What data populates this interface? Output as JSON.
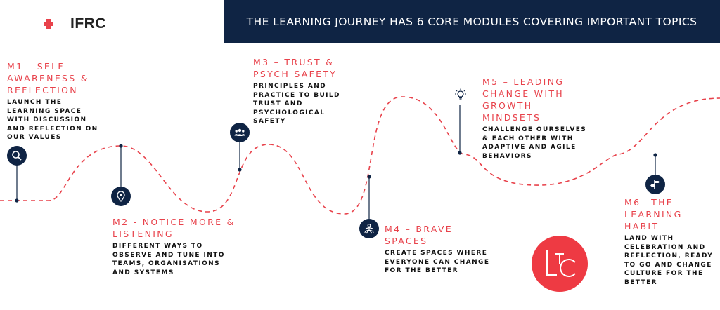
{
  "banner": {
    "title": "THE LEARNING JOURNEY HAS 6 CORE MODULES COVERING IMPORTANT TOPICS"
  },
  "logo": {
    "text": "IFRC",
    "color": "#e8424b"
  },
  "colors": {
    "navy": "#0f2444",
    "accent": "#e8424b"
  },
  "modules": [
    {
      "title": "M1 - SELF-AWARENESS & REFLECTION",
      "desc": "LAUNCH THE LEARNING SPACE WITH DISCUSSION AND REFLECTION ON OUR VALUES",
      "icon": "search-icon"
    },
    {
      "title": "M2 - NOTICE MORE & LISTENING",
      "desc": "DIFFERENT WAYS TO OBSERVE AND TUNE INTO TEAMS, ORGANISATIONS AND SYSTEMS",
      "icon": "location-pin-icon"
    },
    {
      "title": "M3 – TRUST & PSYCH SAFETY",
      "desc": "PRINCIPLES AND PRACTICE TO BUILD TRUST AND PSYCHOLOGICAL SAFETY",
      "icon": "people-group-icon"
    },
    {
      "title": "M4 – BRAVE SPACES",
      "desc": "CREATE SPACES WHERE EVERYONE CAN CHANGE FOR THE BETTER",
      "icon": "brave-figure-icon"
    },
    {
      "title": "M5 – LEADING CHANGE WITH GROWTH MINDSETS",
      "desc": "CHALLENGE OURSELVES & EACH OTHER WITH ADAPTIVE AND AGILE BEHAVIORS",
      "icon": "lightbulb-icon"
    },
    {
      "title": "M6 –THE LEARNING HABIT",
      "desc": "LAND WITH CELEBRATION AND REFLECTION, READY TO GO AND CHANGE CULTURE FOR THE BETTER",
      "icon": "signpost-icon"
    }
  ],
  "badge": {
    "text": "LTC"
  }
}
